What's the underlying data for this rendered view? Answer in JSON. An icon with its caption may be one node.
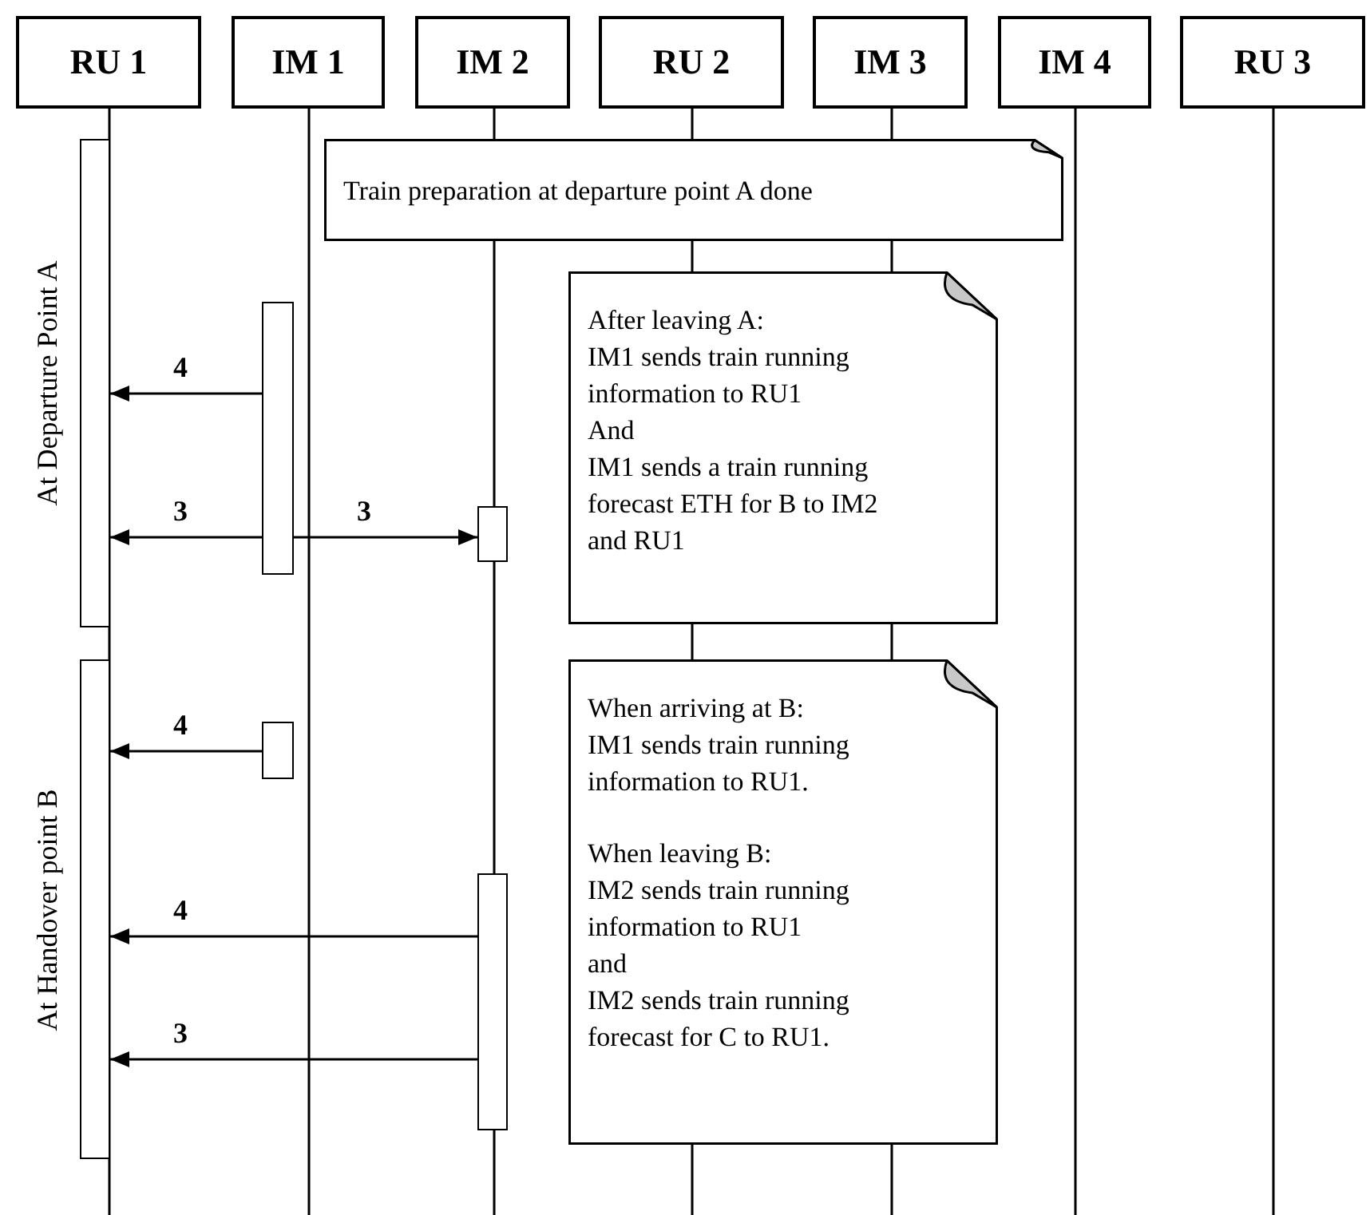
{
  "diagram": {
    "nodes": [
      {
        "text": [
          "RU 1"
        ]
      },
      {
        "text": [
          "IM 1"
        ]
      },
      {
        "text": [
          "IM 2"
        ]
      },
      {
        "text": [
          "RU 2"
        ]
      },
      {
        "text": [
          "IM 3"
        ]
      },
      {
        "text": [
          "IM 4"
        ]
      },
      {
        "text": [
          "RU 3"
        ]
      },
      {
        "text": [],
        "shape": "bar",
        "beside": [
          "At Departure Point A"
        ]
      },
      {
        "text": [],
        "shape": "bar",
        "beside": [
          "At Handover point B"
        ]
      },
      {
        "text": [],
        "shape": "bar"
      },
      {
        "text": [],
        "shape": "bar"
      },
      {
        "text": [],
        "shape": "bar"
      },
      {
        "text": [],
        "shape": "bar"
      },
      {
        "text": [
          "Train preparation at departure point A done"
        ]
      },
      {
        "text": [
          "After leaving A:",
          "IM1 sends train running information to RU1",
          "And",
          "IM1 sends a train running forecast ETH for B to IM2 and RU1"
        ]
      },
      {
        "text": [
          "When arriving at B:",
          "IM1 sends train running information to RU1.",
          "When leaving B:",
          "IM2 sends train running information to RU1",
          "and",
          "IM2 sends train running forecast for C to RU1."
        ]
      }
    ],
    "edges": [
      {
        "from": 9,
        "to": 7,
        "arrow": "to",
        "label": "4"
      },
      {
        "from": 9,
        "to": 7,
        "arrow": "to",
        "label": "3"
      },
      {
        "from": 9,
        "to": 10,
        "arrow": "to",
        "label": "3"
      },
      {
        "from": 11,
        "to": 8,
        "arrow": "to",
        "label": "4"
      },
      {
        "from": 12,
        "to": 8,
        "arrow": "to",
        "label": "4"
      },
      {
        "from": 12,
        "to": 8,
        "arrow": "to",
        "label": "3"
      }
    ]
  }
}
